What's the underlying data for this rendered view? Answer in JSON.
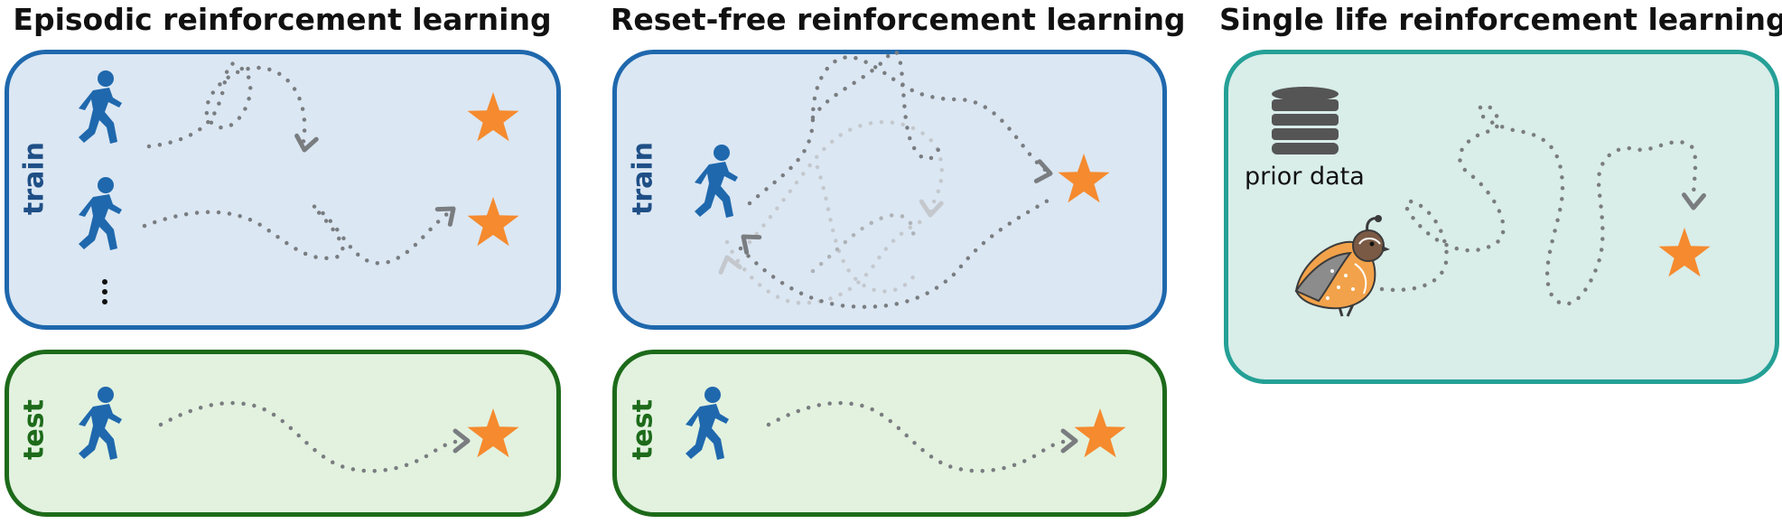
{
  "titles": {
    "episodic": "Episodic reinforcement learning",
    "reset_free": "Reset-free reinforcement learning",
    "single_life": "Single life reinforcement learning"
  },
  "labels": {
    "train": "train",
    "test": "test",
    "prior_data": "prior data"
  },
  "icons": [
    "running-person-icon",
    "star-icon",
    "database-icon",
    "quail-icon",
    "arrow-head-icon",
    "ellipsis-icon"
  ],
  "colors": {
    "train_panel": "#1f68ad",
    "test_panel": "#1d6a1a",
    "single_life_panel": "#25a096",
    "agent": "#1f68ad",
    "goal_star": "#f58a2e",
    "path": "#7a7d80"
  }
}
